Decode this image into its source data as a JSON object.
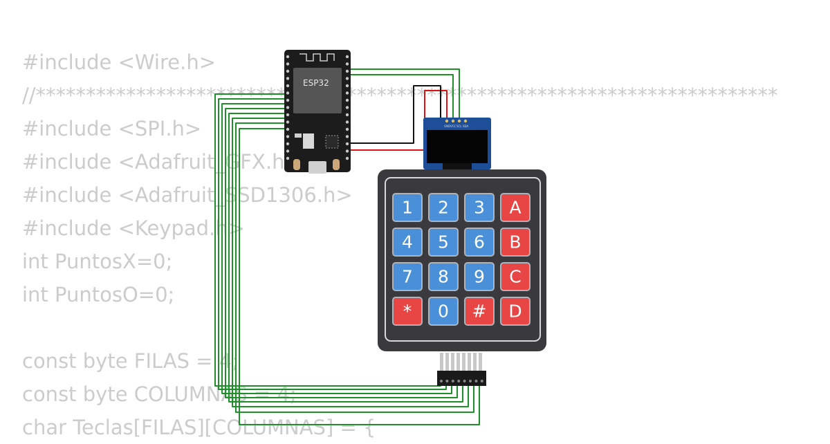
{
  "code_lines": [
    "#include <Wire.h>",
    "//**************************************************************************",
    "#include <SPI.h>",
    "#include <Adafruit_GFX.h>",
    "#include <Adafruit_SSD1306.h>",
    "#include <Keypad.h>",
    "int PuntosX=0;",
    "int PuntosO=0;",
    "",
    "const byte FILAS = 4;",
    "const byte COLUMNAS = 4;",
    "char Teclas[FILAS][COLUMNAS] = {"
  ],
  "esp32": {
    "label": "ESP32"
  },
  "oled": {
    "pins": [
      "GND",
      "VCC",
      "SCL",
      "SDA"
    ]
  },
  "keypad": {
    "keys": [
      [
        "1",
        "2",
        "3",
        "A"
      ],
      [
        "4",
        "5",
        "6",
        "B"
      ],
      [
        "7",
        "8",
        "9",
        "C"
      ],
      [
        "*",
        "0",
        "#",
        "D"
      ]
    ],
    "colors": {
      "number_key": "#4a90d9",
      "function_key": "#e84545",
      "body": "#3a3a3e"
    }
  },
  "colors": {
    "wire_signal": "#1f8f2a",
    "wire_power": "#dd1111",
    "wire_ground": "#111111",
    "code_text": "#cccccc"
  }
}
